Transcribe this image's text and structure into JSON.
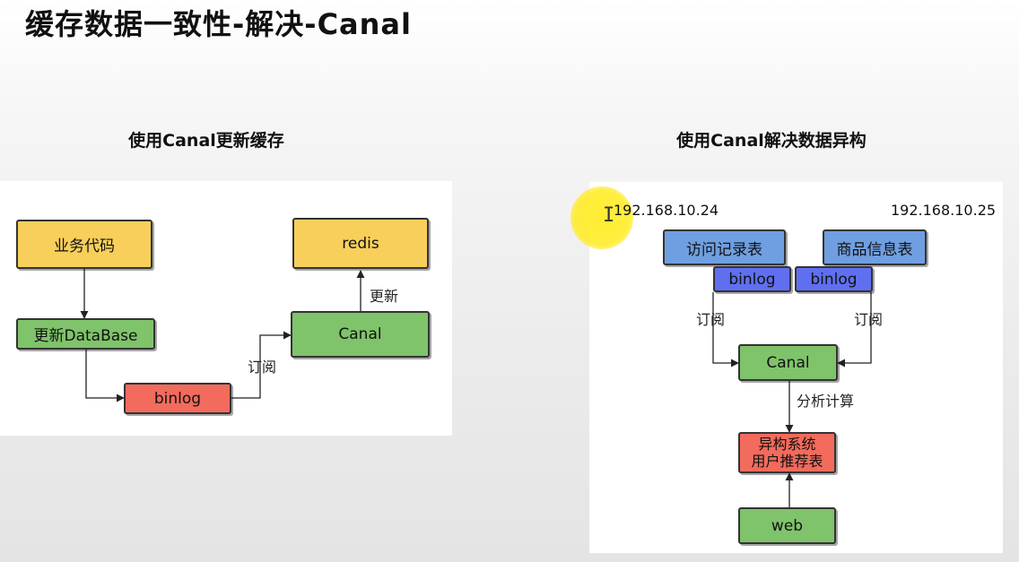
{
  "title": "缓存数据一致性-解决-Canal",
  "left": {
    "subtitle": "使用Canal更新缓存",
    "nodes": {
      "business_code": "业务代码",
      "update_db": "更新DataBase",
      "binlog": "binlog",
      "canal": "Canal",
      "redis": "redis"
    },
    "edges": {
      "subscribe": "订阅",
      "update": "更新"
    }
  },
  "right": {
    "subtitle": "使用Canal解决数据异构",
    "ip_left": "192.168.10.24",
    "ip_right": "192.168.10.25",
    "nodes": {
      "visit_table": "访问记录表",
      "product_table": "商品信息表",
      "binlog_left": "binlog",
      "binlog_right": "binlog",
      "canal": "Canal",
      "hetero_line1": "异构系统",
      "hetero_line2": "用户推荐表",
      "web": "web"
    },
    "edges": {
      "subscribe_left": "订阅",
      "subscribe_right": "订阅",
      "analyze": "分析计算"
    }
  },
  "colors": {
    "yellow": "#f7cf5a",
    "green": "#7fc36a",
    "red": "#f26b5c",
    "blue": "#6f9fe0",
    "purple": "#5f6ff0",
    "cursor_highlight": "#ffec28"
  }
}
